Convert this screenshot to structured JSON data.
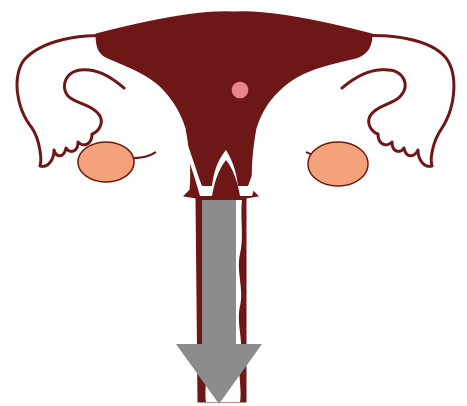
{
  "diagram": {
    "subject": "uterus",
    "colors": {
      "background": "#ffffff",
      "tissue": "#6e1717",
      "outline": "#6e1717",
      "ovary": "#f4a27a",
      "embryo": "#e8868a",
      "arrow": "#8c8c8c"
    },
    "parts": [
      "uterus-body",
      "left-fallopian-tube",
      "right-fallopian-tube",
      "left-ovary",
      "right-ovary",
      "implanted-embryo",
      "cervix",
      "vaginal-canal",
      "downward-arrow"
    ]
  }
}
